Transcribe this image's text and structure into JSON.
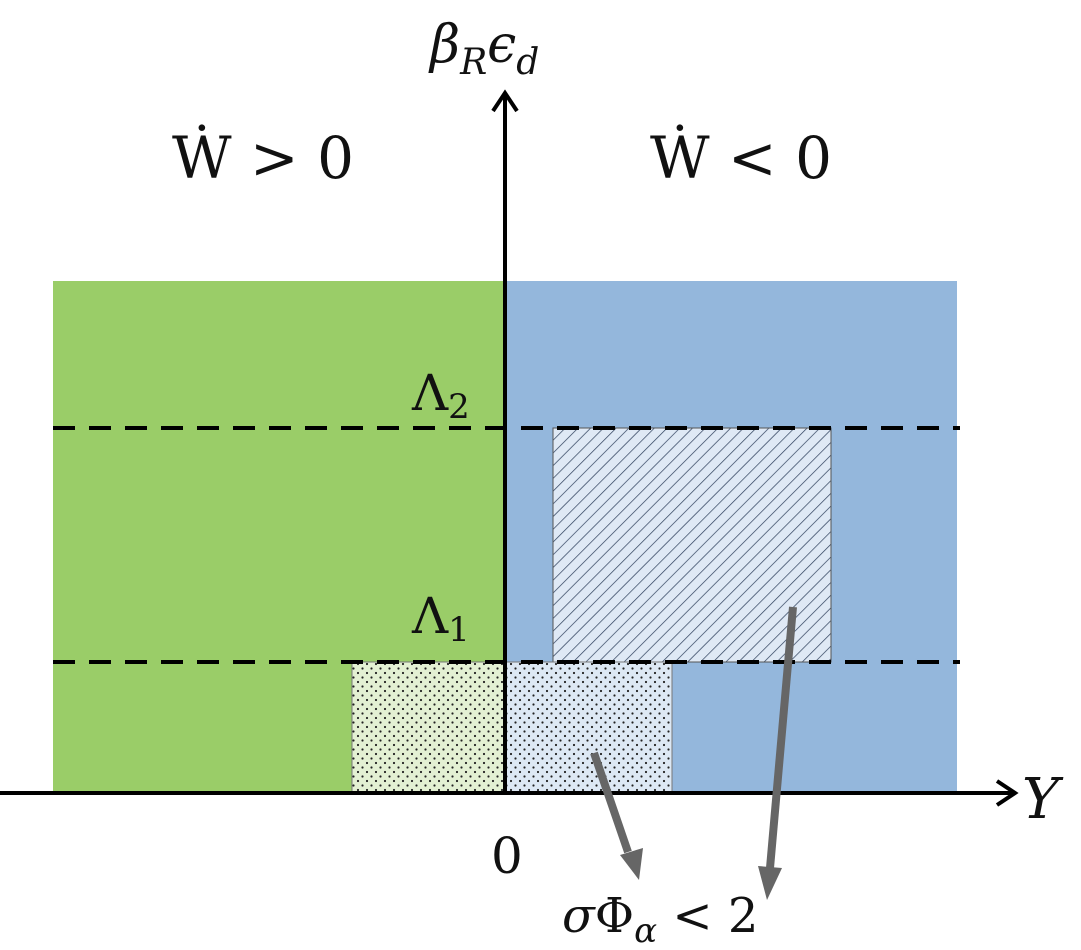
{
  "regions": {
    "left": {
      "label": "Ẇ > 0",
      "color": "#9acd68"
    },
    "right": {
      "label": "Ẇ < 0",
      "color": "#94b7dc"
    }
  },
  "axes": {
    "y_label_main": "β",
    "y_label_sub_R": "R",
    "y_label_eps": "ϵ",
    "y_label_sub_d": "d",
    "x_label": "Y",
    "origin_label": "0"
  },
  "thresholds": {
    "lambda2": {
      "symbol": "Λ",
      "sub": "2"
    },
    "lambda1": {
      "symbol": "Λ",
      "sub": "1"
    }
  },
  "annotation": {
    "sigma": "σ",
    "phi": "Φ",
    "phi_sub": "α",
    "relation": " < 2",
    "arrow_color": "#666666"
  }
}
